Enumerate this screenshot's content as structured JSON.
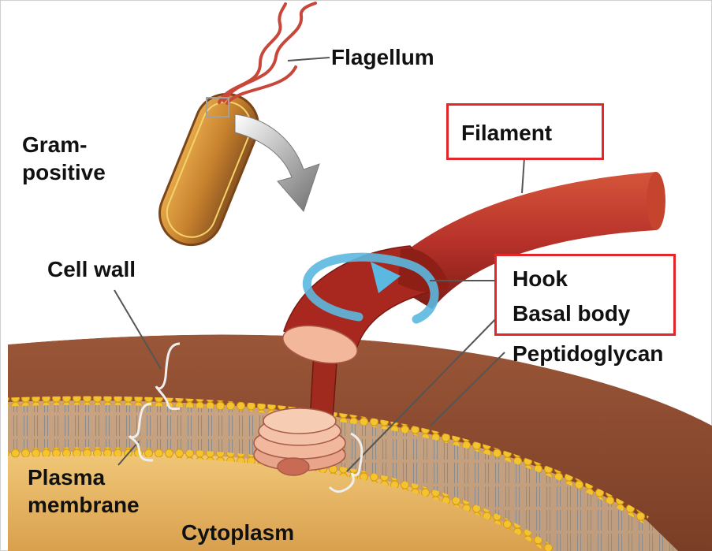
{
  "labels": {
    "flagellum": "Flagellum",
    "gram_line1": "Gram-",
    "gram_line2": "positive",
    "cell_wall": "Cell wall",
    "filament": "Filament",
    "hook": "Hook",
    "basal_body": "Basal body",
    "peptidoglycan": "Peptidoglycan",
    "plasma_line1": "Plasma",
    "plasma_line2": "membrane",
    "cytoplasm": "Cytoplasm"
  },
  "colors": {
    "highlight_box": "#e3262a",
    "flagellum": "#b8322a",
    "peptidoglycan": "#8a4a30",
    "membrane_heads": "#f4c430",
    "cytoplasm": "#e6b766",
    "rotation_arrow": "#5bb8e0"
  }
}
